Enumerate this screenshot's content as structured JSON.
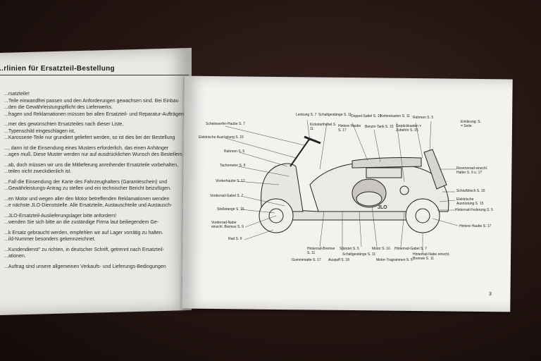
{
  "left_page": {
    "heading": "...rlinien für Ersatzteil-Bestellung",
    "lines": [
      "...rsatzteile!",
      "...Teile einwandfrei passen und den Anforderungen gewachsen sind. Bei Einbau",
      "...den die Gewährleistungspflicht des Lieferwerks.",
      "...fragen und Reklamationen müssen bei allen Ersatzteil- und Reparatur-Aufträgen",
      "",
      "...mer des gewünschten Ersatzteiles nach dieser Liste,",
      "...Typenschild eingeschlagen ist,",
      "...Karosserie-Teile nur grundiert geliefert werden, so ist dies bei der Bestellung",
      "",
      "..., dann ist die Einsendung eines Musters erforderlich, das einen Anhänger",
      "...agen muß. Diese Muster werden nur auf ausdrücklichen Wunsch des Bestellers",
      "",
      "...ab, doch müssen wir uns die Mitlieferung anreihender Ersatzteile vorbehalten,",
      "...teilen nicht zweckdienlich ist.",
      "",
      "...Fall die Einsendung der Karte des Fahrzeughalters (Garantieschein) und",
      "...Gewährleistungs-Antrag zu stellen und ein technischer Bericht beizufügen.",
      "",
      "...en Motor und wegen aller den Motor betreffenden Reklamationen wenden",
      "...e nächste JLO-Dienststelle. Alle Ersatzteile, Austauschteile und Austausch-",
      "",
      "...JLO-Ersatzteil-Auslieferungslager bitte anfordern!",
      "...wenden Sie sich bitte an die zuständige Firma laut beiliegendem Ge-",
      "",
      "...k Ersatz gebraucht werden, empfehlen wir auf Lager vorrätig zu halten.",
      "...ild-Nummer besonders gekennzeichnet.",
      "",
      "...Kundendienst\" zu richten, in deutscher Schrift, getrennt nach Ersatzteil-",
      "...ationen.",
      "",
      "...Auftrag sind unsere allgemeinen Verkaufs- und Lieferungs-Bedingungen"
    ]
  },
  "right_page": {
    "explanation": "Erklärung: S. = Seite",
    "page_number": "3",
    "labels": {
      "scheinwerfer": "Scheinwerfer-Haube S. 7",
      "lenkung": "Lenkung S. 7",
      "schaltgestaenge": "Schaltgestänge S. 11",
      "doppelsattel": "Doppel-Sattel S. 15",
      "kettenkasten": "Kettenkasten S. 11",
      "rahmen_top": "Rahmen S. 5",
      "kickstarthebel": "Kickstarthebel S. 11",
      "hintere_haube_top": "Hintere Haube S. 17",
      "benzin_tank": "Benzin-Tank S. 15",
      "gepaeckkasten": "Gepäckkasten + Zubehör S. 15",
      "elektrische_ausruestung": "Elektrische Ausrüstung S. 15",
      "rahmen_left": "Rahmen S. 5",
      "tachometer": "Tachometer S. 9",
      "vorderhaube": "Vorderhaube S. 17",
      "vorderrad_gabel": "Vorderrad-Gabel S. 7",
      "stossstange": "Stoßstange S. 15",
      "vorderrad_nabe": "Vorderrad-Nabe einschl. Bremse S. 9",
      "rad": "Rad S. 9",
      "reserverad": "Reserverad einschl. Halter S. 9 u. 17",
      "schlussblech": "Schlußblech S. 15",
      "elektrische_ausruestung_r": "Elektrische Ausrüstung S. 15",
      "hinterrad_federung": "Hinterrad-Federung S. 5",
      "hintere_haube_r": "Hintere Haube S. 17",
      "hinterrad_bremse": "Hinterrad-Bremse S. 11",
      "gummimatte": "Gummimatte S. 17",
      "auspuff": "Auspuff S. 18",
      "staender": "Ständer S. 5",
      "schaltgestaenge_b": "Schaltgestänge S. 11",
      "motor": "Motor S. 16",
      "motor_tragrahmen": "Motor-Tragrahmen S. 5",
      "hinterrad_gabel": "Hinterrad-Gabel S. 7",
      "hinterrad_nabe": "Hinterrad-Nabe einschl. Bremse S. 11",
      "jlo_logo": "JLO"
    }
  },
  "colors": {
    "background": "#1f1210",
    "paper_left": "#ebe9e4",
    "paper_right": "#f3f2ef",
    "ink": "#1c1c1c"
  }
}
